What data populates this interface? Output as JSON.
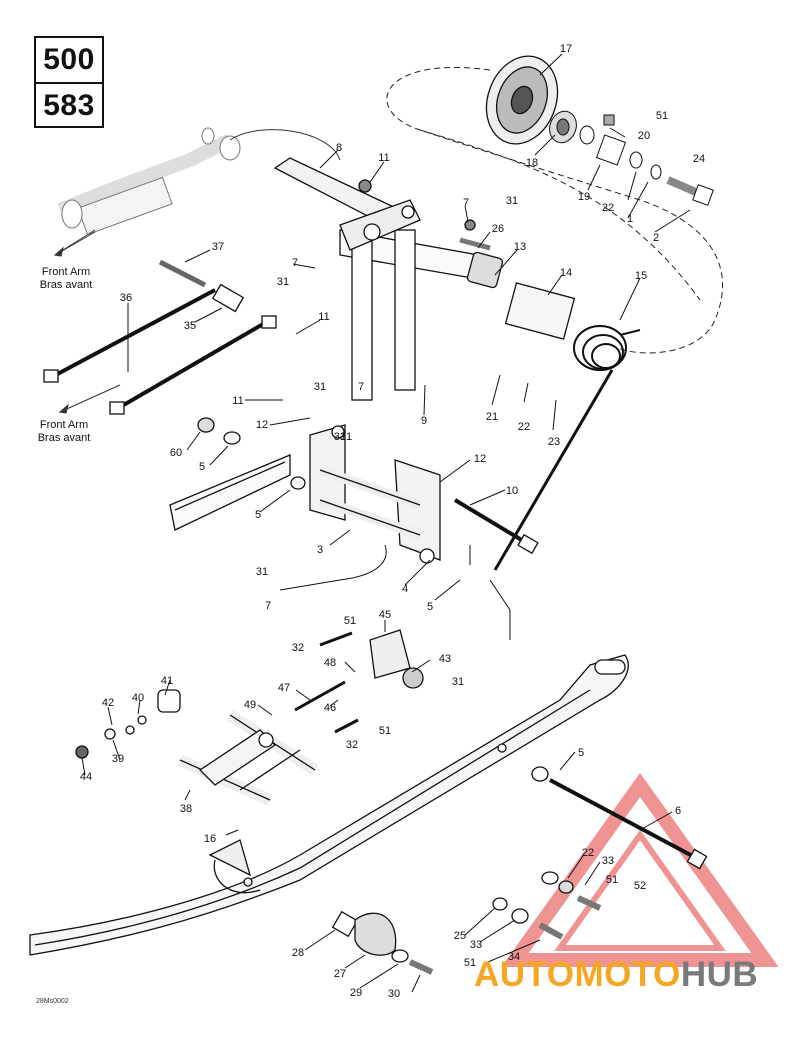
{
  "models": [
    "500",
    "583"
  ],
  "callouts": [
    "17",
    "51",
    "20",
    "24",
    "18",
    "19",
    "22",
    "1",
    "2",
    "8",
    "11",
    "7",
    "31",
    "26",
    "13",
    "14",
    "15",
    "37",
    "7",
    "31",
    "36",
    "35",
    "11",
    "31",
    "21",
    "22",
    "23",
    "11",
    "12",
    "7",
    "31",
    "9",
    "60",
    "5",
    "31",
    "12",
    "10",
    "5",
    "3",
    "31",
    "4",
    "5",
    "7",
    "45",
    "51",
    "32",
    "48",
    "43",
    "31",
    "41",
    "47",
    "46",
    "42",
    "40",
    "49",
    "51",
    "32",
    "39",
    "44",
    "38",
    "5",
    "6",
    "16",
    "22",
    "33",
    "51",
    "52",
    "25",
    "33",
    "28",
    "51",
    "34",
    "27",
    "29",
    "30"
  ],
  "notes": {
    "front_arm_1": "Front Arm",
    "bras_avant_1": "Bras avant",
    "front_arm_2": "Front Arm",
    "bras_avant_2": "Bras avant"
  },
  "footer_code": "28Ms0002",
  "watermark": {
    "part1": "AUTOMOTO",
    "part2": "HUB",
    "color_primary": "#f5a623",
    "color_secondary": "#7a7a7a",
    "triangle_color": "#e23b3b"
  }
}
